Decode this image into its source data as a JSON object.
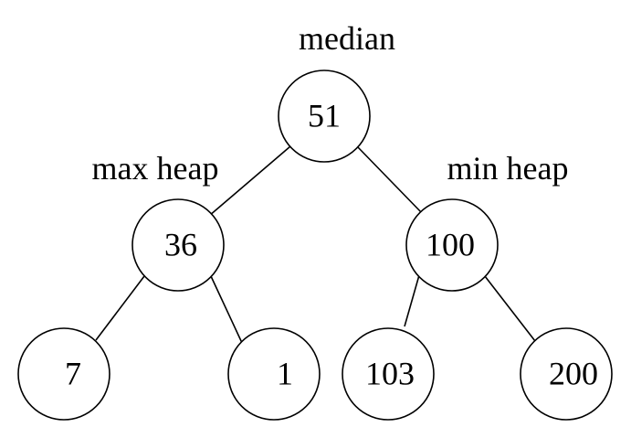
{
  "labels": {
    "median": "median",
    "max_heap": "max heap",
    "min_heap": "min heap"
  },
  "nodes": {
    "root": "51",
    "max_root": "36",
    "min_root": "100",
    "max_left": "7",
    "max_right": "1",
    "min_left": "103",
    "min_right": "200"
  },
  "colors": {
    "stroke": "#000000",
    "background": "#ffffff"
  }
}
